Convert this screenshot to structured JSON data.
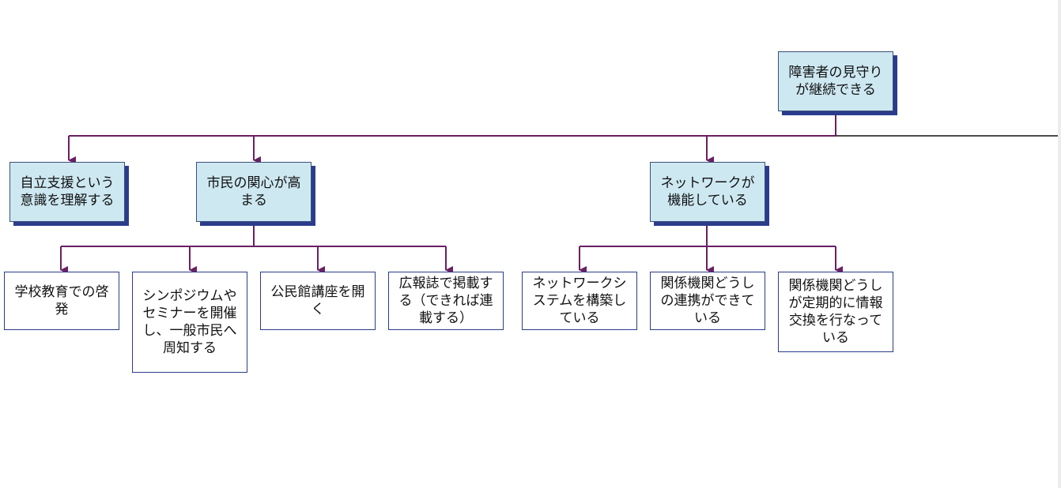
{
  "diagram": {
    "nodes": {
      "root": "障害者の見守りが継続できる",
      "goal_self_support": "自立支援という意識を理解する",
      "goal_citizen_interest": "市民の関心が高まる",
      "goal_network": "ネットワークが機能している",
      "leaf_school": "学校教育での啓発",
      "leaf_symposium": "シンポジウムやセミナーを開催し、一般市民へ周知する",
      "leaf_lecture": "公民館講座を開く",
      "leaf_pr": "広報誌で掲載する（できれば連載する）",
      "leaf_system": "ネットワークシステムを構築している",
      "leaf_cooperation": "関係機関どうしの連携ができている",
      "leaf_info_exchange": "関係機関どうしが定期的に情報交換を行なっている"
    },
    "colors": {
      "goal_fill": "#cde8f1",
      "goal_shadow": "#2b3c8c",
      "border": "#2b3c8c",
      "connector": "#6a1f63"
    }
  }
}
